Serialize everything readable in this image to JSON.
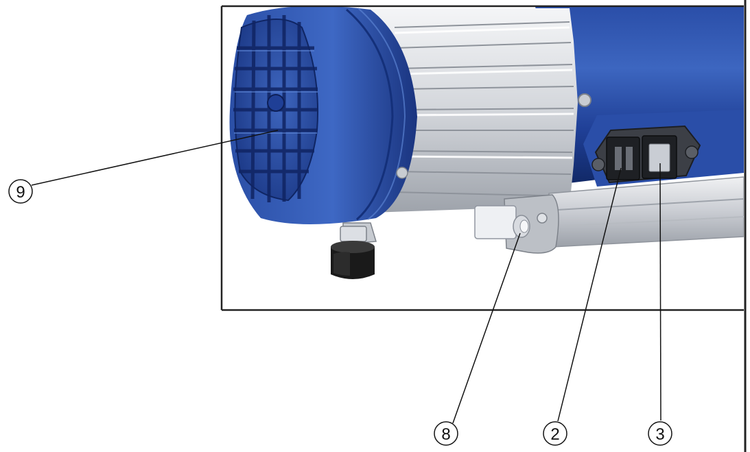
{
  "callouts": [
    {
      "label": "9"
    },
    {
      "label": "8"
    },
    {
      "label": "2"
    },
    {
      "label": "3"
    }
  ],
  "colors": {
    "motor_blue": "#1f3f96",
    "motor_blue_light": "#4d73c4",
    "motor_blue_dark": "#102463",
    "aluminum": "#e4e6ea",
    "aluminum_shadow": "#a9adb5",
    "line": "#111111",
    "frame": "#222222"
  }
}
